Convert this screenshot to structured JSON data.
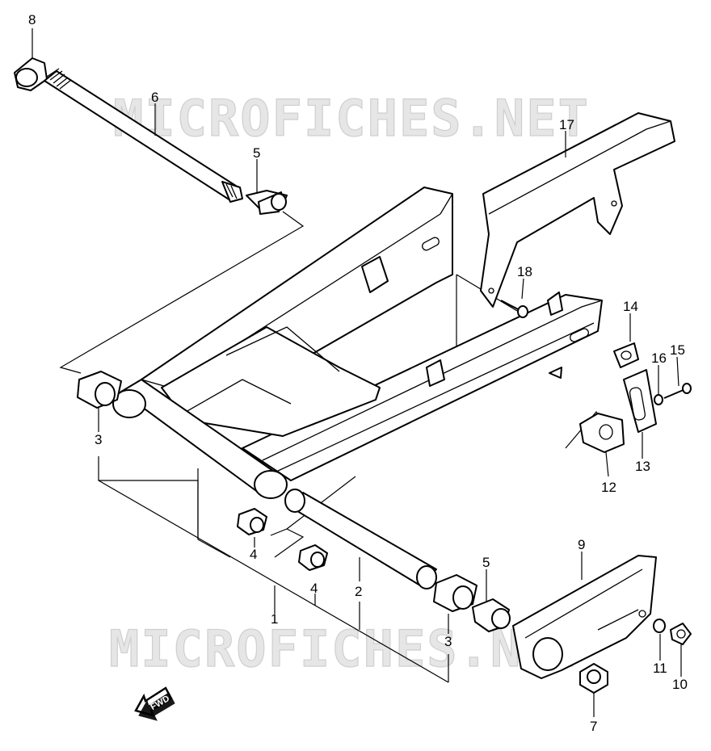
{
  "watermark": "MICROFICHES.NET",
  "fwd_label": "FWD",
  "callouts": [
    "1",
    "2",
    "3",
    "3",
    "4",
    "4",
    "5",
    "5",
    "6",
    "7",
    "8",
    "9",
    "10",
    "11",
    "12",
    "13",
    "14",
    "15",
    "16",
    "17",
    "18"
  ]
}
